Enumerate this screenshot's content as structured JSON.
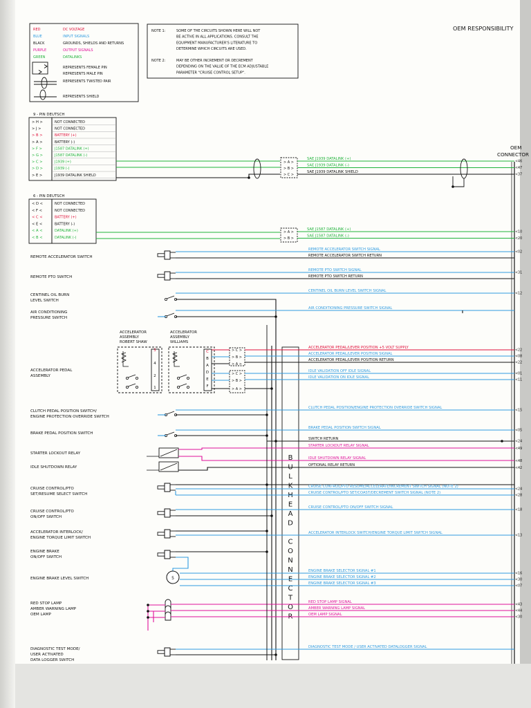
{
  "header": {
    "title": "OEM RESPONSIBILITY",
    "connector_label": "OEM CONNECTOR"
  },
  "legend": {
    "colors": [
      {
        "name": "RED",
        "meaning": "DC VOLTAGE",
        "color": "#e0103a"
      },
      {
        "name": "BLUE",
        "meaning": "INPUT SIGNALS",
        "color": "#2f9be0"
      },
      {
        "name": "BLACK",
        "meaning": "GROUNDS, SHIELDS AND RETURNS",
        "color": "#111111"
      },
      {
        "name": "PURPLE",
        "meaning": "OUTPUT SIGNALS",
        "color": "#e0109a"
      },
      {
        "name": "GREEN",
        "meaning": "DATALINKS",
        "color": "#1fb23a"
      }
    ],
    "symbols": [
      "REPRESENTS FEMALE PIN",
      "REPRESENTS MALE PIN",
      "REPRESENTS TWISTED PAIR",
      "REPRESENTS SHIELD"
    ]
  },
  "notes": {
    "note1": [
      "NOTE 1:",
      "SOME OF THE CIRCUITS SHOWN HERE WILL NOT",
      "BE ACTIVE IN ALL APPLICATIONS. CONSULT THE",
      "EQUIPMENT MANUFACTURER'S LITERATURE TO",
      "DETERMINE WHICH CIRCUITS ARE USED."
    ],
    "note2": [
      "NOTE 2:",
      "MAY BE OTHER INCREMENT OR DECREMENT",
      "DEPENDING ON THE VALUE OF THE ECM ADJUSTABLE",
      "PARAMETER \"CRUISE CONTROL SETUP\"."
    ]
  },
  "deutsch9": {
    "title": "9 - PIN DEUTSCH",
    "pins": [
      "H",
      "J",
      "B",
      "A",
      "F",
      "G",
      "C",
      "D",
      "E"
    ],
    "labels": [
      "NOT CONNECTED",
      "NOT CONNECTED",
      "BATTERY (+)",
      "BATTERY (-)",
      "J1587 DATALINK (+)",
      "J1587 DATALINK (-)",
      "J1939 (+)",
      "J1939 (-)",
      "J1939 DATALINK SHIELD"
    ],
    "colors": [
      "#111111",
      "#111111",
      "#e0103a",
      "#111111",
      "#1fb23a",
      "#1fb23a",
      "#1fb23a",
      "#1fb23a",
      "#111111"
    ]
  },
  "deutsch6": {
    "title": "6 - PIN DEUTSCH",
    "pins": [
      "D",
      "F",
      "C",
      "E",
      "A",
      "B"
    ],
    "labels": [
      "NOT CONNECTED",
      "NOT CONNECTED",
      "BATTERY (+)",
      "BATTERY (-)",
      "DATALINK (+)",
      "DATALINK (-)"
    ],
    "colors": [
      "#111111",
      "#111111",
      "#e0103a",
      "#111111",
      "#1fb23a",
      "#1fb23a"
    ]
  },
  "components": [
    "REMOTE ACCELERATOR SWITCH",
    "REMOTE PTO SWITCH",
    "CENTINEL OIL BURN LEVEL SWITCH",
    "AIR CONDITIONING PRESSURE SWITCH",
    "ACCELERATOR PEDAL ASSEMBLY",
    "CLUTCH PEDAL POSITION SWITCH/ ENGINE PROTECTION OVERRIDE SWITCH",
    "BRAKE PEDAL POSITION SWITCH",
    "STARTER LOCKOUT RELAY",
    "IDLE SHUTDOWN RELAY",
    "CRUISE CONTROL/PTO SET/RESUME SELECT SWITCH",
    "CRUISE CONTROL/PTO ON/OFF SWITCH",
    "ACCELERATOR INTERLOCK/ ENGINE TORQUE LIMIT SWITCH",
    "ENGINE BRAKE ON/OFF SWITCH",
    "ENGINE BRAKE LEVEL SWITCH",
    "RED STOP LAMP",
    "AMBER WARNING LAMP",
    "OEM LAMP",
    "DIAGNOSTIC TEST MODE/ USER ACTIVATED DATA LOGGER SWITCH"
  ],
  "accelerator": {
    "robertshaw": "ACCELERATOR ASSEMBLY ROBERT SHAW",
    "williams": "ACCELERATOR ASSEMBLY WILLIAMS",
    "rs_pins": [
      "3",
      "4",
      "2",
      "1"
    ],
    "w_pins": [
      "C",
      "B",
      "A",
      "D",
      "E",
      "F"
    ],
    "connector_pins": [
      "C",
      "B",
      "A",
      "C",
      "B",
      "A"
    ]
  },
  "bulkhead": {
    "label": "BULKHEAD CONNECTOR",
    "letters": [
      "B",
      "U",
      "L",
      "K",
      "H",
      "E",
      "A",
      "D",
      "",
      "C",
      "O",
      "N",
      "N",
      "E",
      "C",
      "T",
      "O",
      "R"
    ]
  },
  "engine_brake_level_position": "5",
  "circuits": [
    {
      "label": "SAE J1939 DATALINK (+)",
      "pin": "46",
      "color": "#1fb23a"
    },
    {
      "label": "SAE J1939 DATALINK (-)",
      "pin": "47",
      "color": "#1fb23a"
    },
    {
      "label": "SAE J1939 DATALINK SHIELD",
      "pin": "37",
      "color": "#111111"
    },
    {
      "label": "SAE J1587 DATALINK (+)",
      "pin": "10",
      "color": "#1fb23a"
    },
    {
      "label": "SAE J1587 DATALINK (-)",
      "pin": "20",
      "color": "#1fb23a"
    },
    {
      "label": "REMOTE ACCELERATOR SWITCH SIGNAL",
      "pin": "02",
      "color": "#2f9be0"
    },
    {
      "label": "REMOTE ACCELERATOR SWITCH RETURN",
      "pin": "",
      "color": "#111111"
    },
    {
      "label": "REMOTE PTO SWITCH SIGNAL",
      "pin": "31",
      "color": "#2f9be0"
    },
    {
      "label": "REMOTE PTO SWITCH RETURN",
      "pin": "",
      "color": "#111111"
    },
    {
      "label": "CENTINEL OIL BURN LEVEL SWITCH SIGNAL",
      "pin": "12",
      "color": "#2f9be0"
    },
    {
      "label": "AIR CONDITIONING PRESSURE SWITCH SIGNAL",
      "pin": "",
      "color": "#2f9be0"
    },
    {
      "label": "ACCELERATOR PEDAL/LEVER POSITION +5 VOLT SUPPLY",
      "pin": "22",
      "color": "#e0103a"
    },
    {
      "label": "ACCELERATOR PEDAL/LEVER POSITION SIGNAL",
      "pin": "08",
      "color": "#2f9be0"
    },
    {
      "label": "ACCELERATOR PEDAL/LEVER POSITION RETURN",
      "pin": "22",
      "color": "#111111"
    },
    {
      "label": "IDLE VALIDATION OFF IDLE SIGNAL",
      "pin": "01",
      "color": "#2f9be0"
    },
    {
      "label": "IDLE VALIDATION ON IDLE SIGNAL",
      "pin": "11",
      "color": "#2f9be0"
    },
    {
      "label": "CLUTCH PEDAL POSITION/ENGINE PROTECTION OVERRIDE SWITCH SIGNAL",
      "pin": "15",
      "color": "#2f9be0"
    },
    {
      "label": "BRAKE PEDAL POSITION SWITCH SIGNAL",
      "pin": "05",
      "color": "#2f9be0"
    },
    {
      "label": "SWITCH RETURN",
      "pin": "24",
      "color": "#111111"
    },
    {
      "label": "STARTER LOCKOUT RELAY SIGNAL",
      "pin": "49",
      "color": "#e0109a"
    },
    {
      "label": "IDLE SHUTDOWN RELAY SIGNAL",
      "pin": "48",
      "color": "#e0109a"
    },
    {
      "label": "OPTIONAL RELAY RETURN",
      "pin": "42",
      "color": "#111111"
    },
    {
      "label": "CRUISE CONTROL/PTO RESUME/ACCELERATE/INCREMENT SWITCH SIGNAL (NOTE 2)",
      "pin": "24",
      "color": "#2f9be0"
    },
    {
      "label": "CRUISE CONTROL/PTO SET/COAST/DECREMENT SWITCH SIGNAL (NOTE 2)",
      "pin": "28",
      "color": "#2f9be0"
    },
    {
      "label": "CRUISE CONTROL/PTO ON/OFF SWITCH SIGNAL",
      "pin": "18",
      "color": "#2f9be0"
    },
    {
      "label": "ACCELERATOR INTERLOCK SWITCH/ENGINE TORQUE LIMIT SWITCH SIGNAL",
      "pin": "13",
      "color": "#2f9be0"
    },
    {
      "label": "ENGINE BRAKE SELECTOR SIGNAL #1",
      "pin": "16",
      "color": "#2f9be0"
    },
    {
      "label": "ENGINE BRAKE SELECTOR SIGNAL #2",
      "pin": "30",
      "color": "#2f9be0"
    },
    {
      "label": "ENGINE BRAKE SELECTOR SIGNAL #3",
      "pin": "07",
      "color": "#2f9be0"
    },
    {
      "label": "RED STOP LAMP SIGNAL",
      "pin": "43",
      "color": "#e0109a"
    },
    {
      "label": "AMBER WARNING LAMP SIGNAL",
      "pin": "44",
      "color": "#e0109a"
    },
    {
      "label": "OEM LAMP SIGNAL",
      "pin": "30",
      "color": "#e0109a"
    },
    {
      "label": "DIAGNOSTIC TEST MODE / USER ACTIVATED DATALOGGER SIGNAL",
      "pin": "",
      "color": "#2f9be0"
    }
  ]
}
